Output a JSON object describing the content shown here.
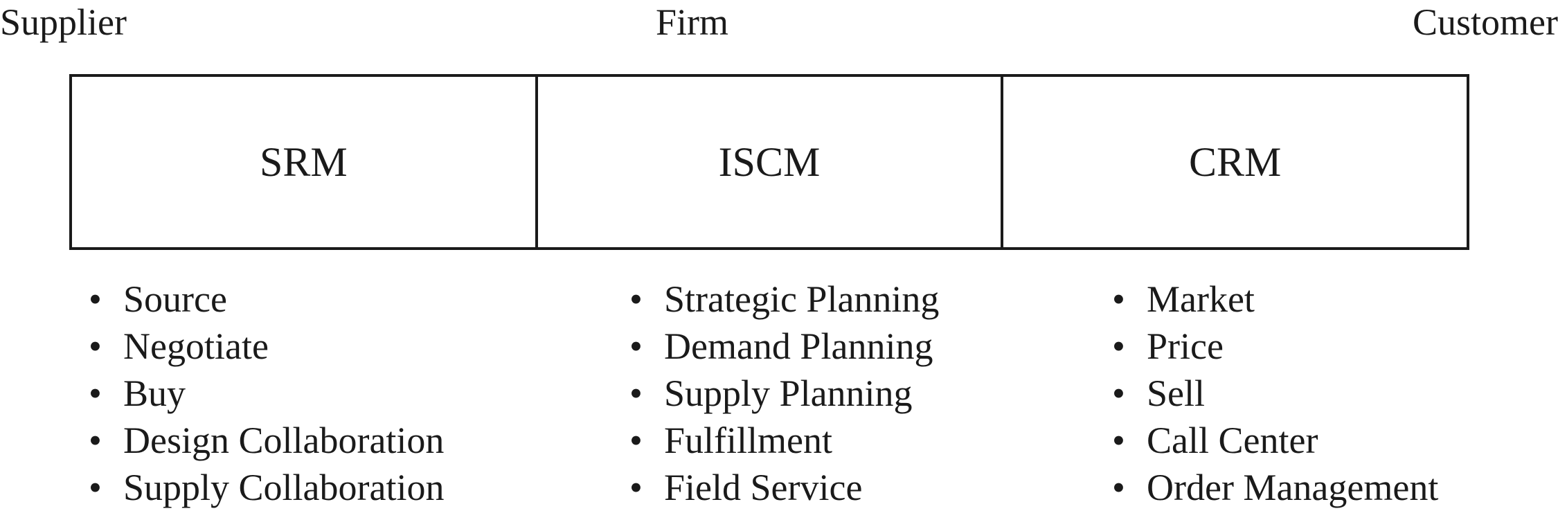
{
  "labels": {
    "left": "Supplier",
    "center": "Firm",
    "right": "Customer"
  },
  "boxes": [
    "SRM",
    "ISCM",
    "CRM"
  ],
  "lists": {
    "srm": [
      "Source",
      "Negotiate",
      "Buy",
      "Design Collaboration",
      "Supply Collaboration"
    ],
    "iscm": [
      "Strategic Planning",
      "Demand Planning",
      "Supply Planning",
      "Fulfillment",
      "Field Service"
    ],
    "crm": [
      "Market",
      "Price",
      "Sell",
      "Call Center",
      "Order Management"
    ]
  }
}
